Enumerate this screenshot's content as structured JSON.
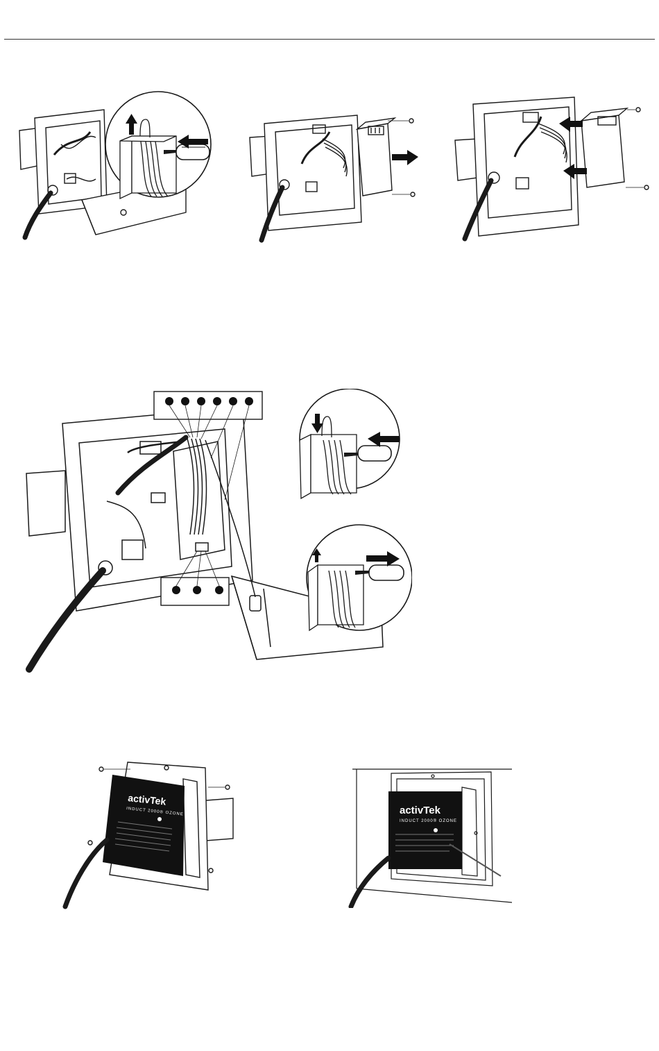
{
  "page": {
    "background": "#ffffff",
    "line_color": "#1a1a1a",
    "panel_color": "#111111"
  },
  "product_label": {
    "brand": "activTek",
    "model": "INDUCT 2000",
    "trademark": "®",
    "variant": "OZONE"
  },
  "icons": [
    "screwdriver-icon",
    "arrow-up-icon",
    "arrow-left-icon",
    "arrow-right-icon",
    "arrow-down-icon"
  ]
}
